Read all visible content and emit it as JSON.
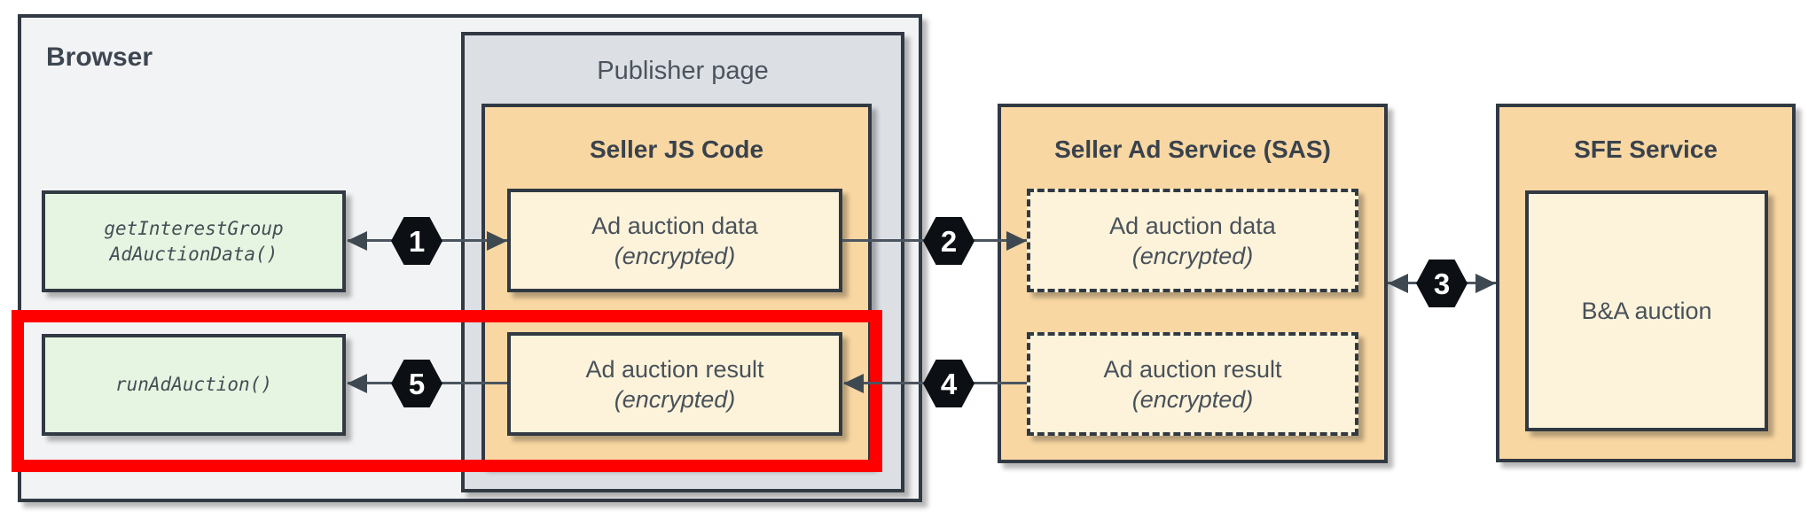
{
  "colors": {
    "border_dark": "#313943",
    "browser_fill": "#f2f3f5",
    "publisher_fill": "#dce0e5",
    "service_fill": "#f8d7a2",
    "data_fill": "#fdf3da",
    "api_fill": "#e5f5e1",
    "highlight_red": "#ff0000",
    "badge_fill": "#0c0f13",
    "badge_text": "#ffffff",
    "arrow": "#4b5560"
  },
  "browser": {
    "label": "Browser",
    "get_interest_group": {
      "line1": "getInterestGroup",
      "line2": "AdAuctionData()"
    },
    "run_ad_auction": {
      "label": "runAdAuction()"
    }
  },
  "publisher_page": {
    "label": "Publisher page",
    "seller_js": {
      "title": "Seller JS Code",
      "ad_auction_data": {
        "line1": "Ad auction data",
        "line2": "(encrypted)"
      },
      "ad_auction_result": {
        "line1": "Ad auction result",
        "line2": "(encrypted)"
      }
    }
  },
  "seller_ad_service": {
    "title": "Seller Ad Service (SAS)",
    "ad_auction_data": {
      "line1": "Ad auction data",
      "line2": "(encrypted)"
    },
    "ad_auction_result": {
      "line1": "Ad auction result",
      "line2": "(encrypted)"
    }
  },
  "sfe_service": {
    "title": "SFE Service",
    "ba_auction": {
      "label": "B&A auction"
    }
  },
  "steps": {
    "1": "1",
    "2": "2",
    "3": "3",
    "4": "4",
    "5": "5"
  }
}
